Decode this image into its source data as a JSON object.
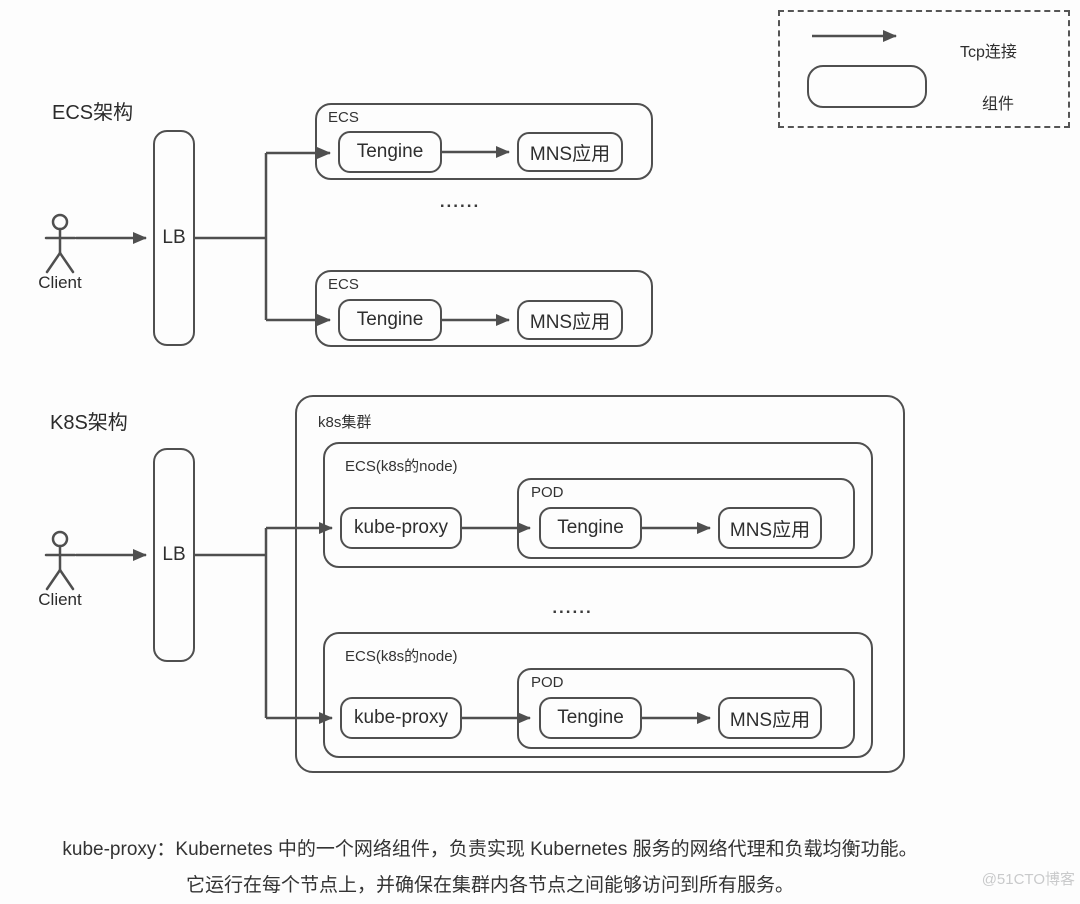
{
  "legend": {
    "tcp_label": "Tcp连接",
    "component_label": "组件"
  },
  "ecs_section": {
    "title": "ECS架构",
    "client_label": "Client",
    "lb_label": "LB",
    "dots": "......",
    "groups": [
      {
        "label": "ECS",
        "tengine": "Tengine",
        "mns": "MNS应用"
      },
      {
        "label": "ECS",
        "tengine": "Tengine",
        "mns": "MNS应用"
      }
    ]
  },
  "k8s_section": {
    "title": "K8S架构",
    "client_label": "Client",
    "lb_label": "LB",
    "cluster_label": "k8s集群",
    "dots": "......",
    "nodes": [
      {
        "label": "ECS(k8s的node)",
        "proxy": "kube-proxy",
        "pod": "POD",
        "tengine": "Tengine",
        "mns": "MNS应用"
      },
      {
        "label": "ECS(k8s的node)",
        "proxy": "kube-proxy",
        "pod": "POD",
        "tengine": "Tengine",
        "mns": "MNS应用"
      }
    ]
  },
  "footnote": {
    "line1": "kube-proxy：Kubernetes 中的一个网络组件，负责实现 Kubernetes 服务的网络代理和负载均衡功能。",
    "line2": "它运行在每个节点上，并确保在集群内各节点之间能够访问到所有服务。"
  },
  "watermark": "@51CTO博客",
  "colors": {
    "stroke": "#4f4f4f",
    "text": "#2e2e2e",
    "watermark": "#c9cacb"
  }
}
